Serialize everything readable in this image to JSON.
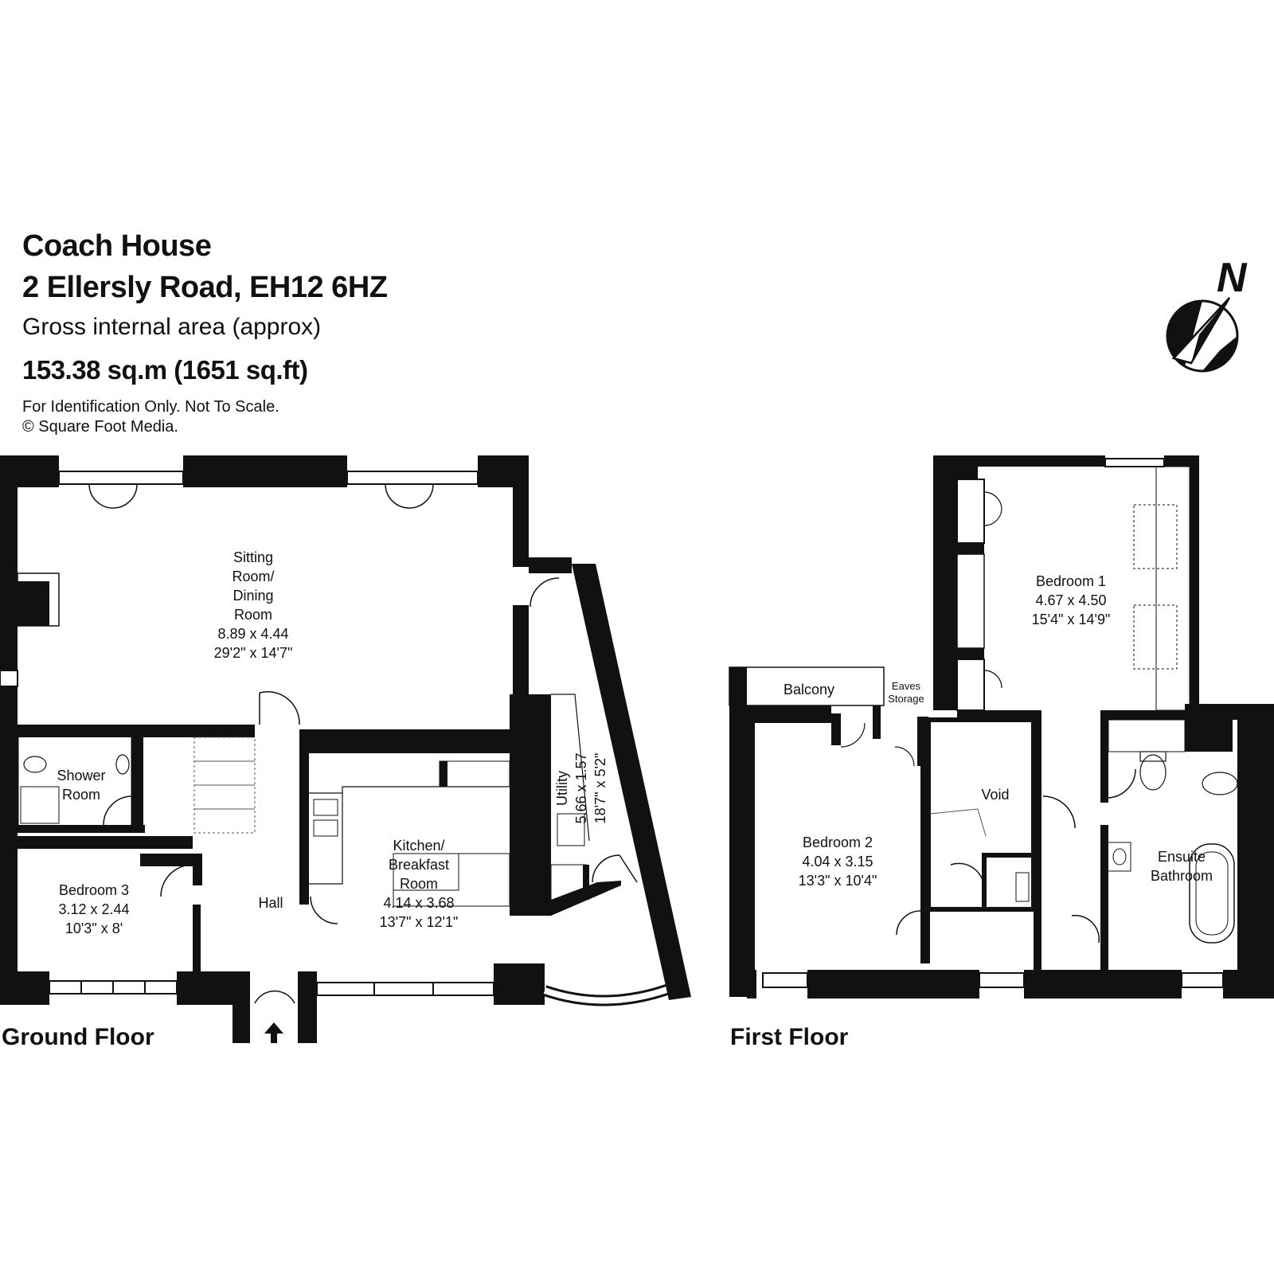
{
  "header": {
    "title_line1": "Coach House",
    "title_line2": "2 Ellersly Road, EH12 6HZ",
    "area_label": "Gross internal area (approx)",
    "area_value": "153.38 sq.m (1651 sq.ft)",
    "disclaimer": "For Identification Only. Not To Scale.",
    "copyright": "© Square Foot Media."
  },
  "compass": {
    "letter": "N"
  },
  "ground_floor": {
    "label": "Ground Floor",
    "rooms": {
      "sitting": {
        "name_lines": [
          "Sitting",
          "Room/",
          "Dining",
          "Room"
        ],
        "metric": "8.89 x 4.44",
        "imperial": "29'2\" x 14'7\""
      },
      "shower": {
        "name_lines": [
          "Shower",
          "Room"
        ]
      },
      "bedroom3": {
        "name": "Bedroom 3",
        "metric": "3.12 x 2.44",
        "imperial": "10'3\" x 8'"
      },
      "hall": {
        "name": "Hall"
      },
      "kitchen": {
        "name_lines": [
          "Kitchen/",
          "Breakfast",
          "Room"
        ],
        "metric": "4.14 x 3.68",
        "imperial": "13'7\" x 12'1\""
      },
      "utility": {
        "name": "Utility",
        "metric": "5.66 x 1.57",
        "imperial": "18'7\" x 5'2\""
      }
    }
  },
  "first_floor": {
    "label": "First Floor",
    "rooms": {
      "bedroom1": {
        "name": "Bedroom 1",
        "metric": "4.67 x 4.50",
        "imperial": "15'4\" x 14'9\""
      },
      "balcony": {
        "name": "Balcony"
      },
      "eaves": {
        "name_lines": [
          "Eaves",
          "Storage"
        ]
      },
      "void": {
        "name": "Void"
      },
      "bedroom2": {
        "name": "Bedroom 2",
        "metric": "4.04 x 3.15",
        "imperial": "13'3\" x 10'4\""
      },
      "ensuite": {
        "name_lines": [
          "Ensuite",
          "Bathroom"
        ]
      }
    }
  }
}
